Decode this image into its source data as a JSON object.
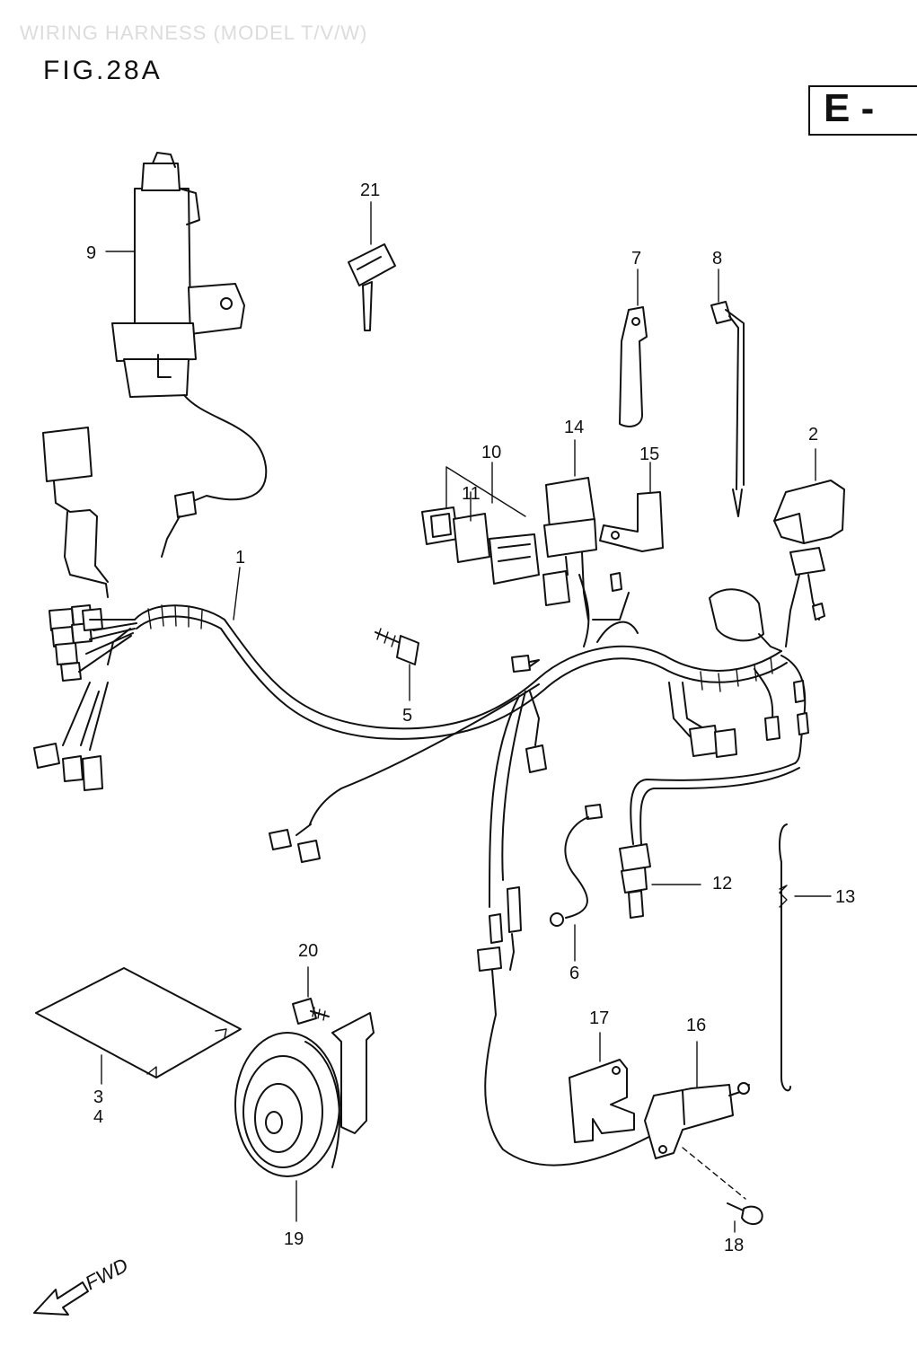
{
  "header_faint": "WIRING HARNESS (MODEL T/V/W)",
  "figure_label": "FIG.28A",
  "region_code": "E -",
  "callouts": [
    "1",
    "2",
    "3",
    "4",
    "5",
    "6",
    "7",
    "8",
    "9",
    "10",
    "11",
    "12",
    "13",
    "14",
    "15",
    "16",
    "17",
    "18",
    "19",
    "20",
    "21"
  ],
  "direction_label": "FWD"
}
